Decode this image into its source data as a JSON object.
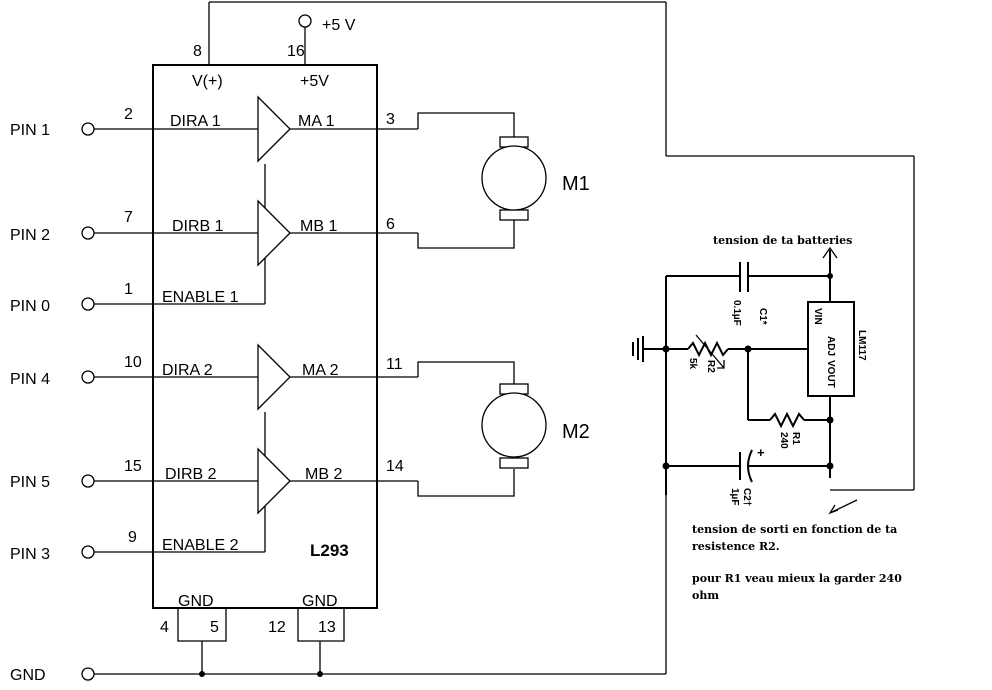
{
  "supply": {
    "label": "+5 V"
  },
  "chip": {
    "name": "L293",
    "top_pins": [
      {
        "number": "8",
        "label": "V(+)"
      },
      {
        "number": "16",
        "label": "+5V"
      }
    ],
    "gnd_label": "GND",
    "gnd_pins": [
      "4",
      "5",
      "12",
      "13"
    ]
  },
  "inputs": [
    {
      "name": "PIN 1",
      "number": "2",
      "label": "DIRA 1"
    },
    {
      "name": "PIN 2",
      "number": "7",
      "label": "DIRB 1"
    },
    {
      "name": "PIN 0",
      "number": "1",
      "label": "ENABLE 1"
    },
    {
      "name": "PIN 4",
      "number": "10",
      "label": "DIRA 2"
    },
    {
      "name": "PIN 5",
      "number": "15",
      "label": "DIRB 2"
    },
    {
      "name": "PIN 3",
      "number": "9",
      "label": "ENABLE 2"
    }
  ],
  "outputs": [
    {
      "label": "MA 1",
      "number": "3"
    },
    {
      "label": "MB 1",
      "number": "6"
    },
    {
      "label": "MA 2",
      "number": "11"
    },
    {
      "label": "MB 2",
      "number": "14"
    }
  ],
  "motors": [
    {
      "label": "M1"
    },
    {
      "label": "M2"
    }
  ],
  "ground": {
    "label": "GND"
  },
  "regulator": {
    "battery_label": "tension de ta batteries",
    "chip_name": "LM117",
    "vin": "VIN",
    "adj": "ADJ",
    "vout": "VOUT",
    "c1": {
      "name": "C1*",
      "value": "0.1µF"
    },
    "c2": {
      "name": "C2†",
      "value": "1µF"
    },
    "r1": {
      "name": "R1",
      "value": "240"
    },
    "r2": {
      "name": "R2",
      "value": "5k"
    }
  },
  "notes": {
    "output_line1": "tension de sorti en fonction de ta",
    "output_line2": "resistence R2.",
    "r1_line1": "pour R1 veau mieux la garder 240",
    "r1_line2": "ohm"
  }
}
